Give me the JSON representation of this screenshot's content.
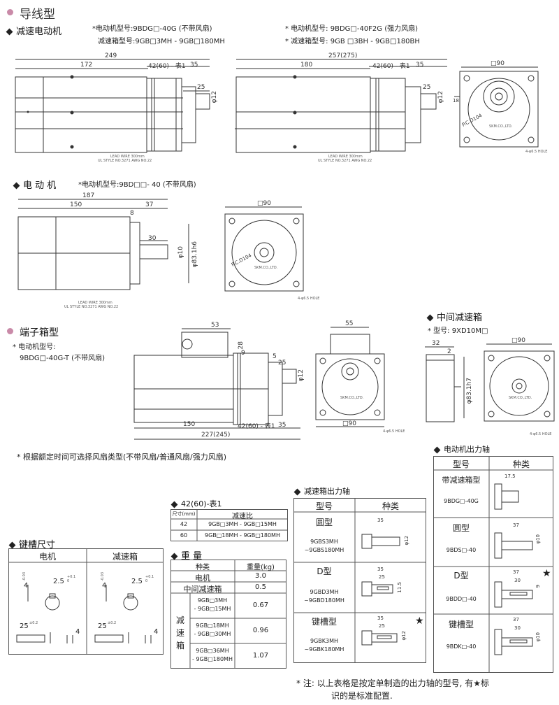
{
  "header": {
    "title": "导线型"
  },
  "sec_reducer": {
    "heading": "减速电动机",
    "m1_label": "*电动机型号:9BDG□-40G (不带风扇)",
    "m1_gear": "减速箱型号:9GB□3MH - 9GB□180MH",
    "m2_label": "* 电动机型号: 9BDG□-40F2G (强力风扇)",
    "m2_gear": "* 减速箱型号: 9GB □3BH - 9GB□180BH",
    "d1": {
      "total": "249",
      "body": "172",
      "flange": "42(60) - 表1",
      "shaft": "35",
      "key": "25",
      "dia": "φ12",
      "lead": "LEAD WIRE 300mm",
      "ul": "UL STYLE NO.3271 AWG NO.22"
    },
    "d2": {
      "total": "257(275)",
      "body": "180",
      "flange": "42(60) - 表1",
      "shaft": "35",
      "key": "25",
      "dia": "φ12",
      "lead": "LEAD WIRE 300mm",
      "ul": "UL STYLE NO.3271 AWG NO.22"
    },
    "front": {
      "sq": "□90",
      "pcd": "P.C.D104",
      "brand": "SKM.CO.,LTD.",
      "hole": "4-φ6.5 HOLE",
      "h": "18"
    }
  },
  "sec_motor": {
    "heading": "电 动 机",
    "model": "*电动机型号:9BD□□- 40 (不带风扇)",
    "d": {
      "total": "187",
      "body": "150",
      "f1": "8",
      "f2": "37",
      "key": "30",
      "dia": "φ10",
      "bore": "φ83.1h6",
      "lead": "LEAD WIRE 300mm",
      "ul": "UL STYLE NO.3271 AWG NO.22"
    },
    "front": {
      "sq": "□90",
      "pcd": "P.C.D104",
      "brand": "SKM.CO.,LTD.",
      "hole": "4-φ6.5 HOLE"
    }
  },
  "sec_terminal": {
    "heading": "端子箱型",
    "model1": "* 电动机型号:",
    "model2": "9BDG□-40G-T (不带风扇)",
    "d": {
      "box_w": "53",
      "box_h": "28",
      "d9": "9",
      "d5": "5",
      "key": "25",
      "dia": "φ12",
      "body": "150",
      "flange": "42(60) - 表1",
      "shaft": "35",
      "total": "227(245)"
    },
    "front": {
      "top": "55",
      "sq": "□90",
      "brand": "SKM.CO.,LTD.",
      "hole": "4-φ6.5 HOLE"
    }
  },
  "sec_mid": {
    "heading": "中间减速箱",
    "model": "* 型号: 9XD10M□",
    "d": {
      "w": "32",
      "x": "2",
      "bore": "φ83.1h7",
      "sq": "□90",
      "brand": "SKM.CO.,LTD.",
      "hole": "4-φ6.5 HOLE"
    }
  },
  "note_fan": "* 根据额定时间可选择风扇类型(不带风扇/普通风扇/强力风扇)",
  "ratio_table": {
    "heading": "42(60)-表1",
    "h1": "尺寸(mm)",
    "h2": "减速比",
    "rows": [
      {
        "size": "42",
        "ratio": "9GB□3MH - 9GB□15MH"
      },
      {
        "size": "60",
        "ratio": "9GB□18MH - 9GB□180MH"
      }
    ]
  },
  "weight_table": {
    "heading": "重 量",
    "h1": "种类",
    "h2": "重量(kg)",
    "motor": "电机",
    "motor_w": "3.0",
    "mid": "中间减速箱",
    "mid_w": "0.5",
    "group": "减速箱",
    "rows": [
      {
        "l1": "9GB□3MH",
        "l2": "- 9GB□15MH",
        "w": "0.67"
      },
      {
        "l1": "9GB□18MH",
        "l2": "- 9GB□30MH",
        "w": "0.96"
      },
      {
        "l1": "9GB□36MH",
        "l2": "- 9GB□180MH",
        "w": "1.07"
      }
    ]
  },
  "keyway": {
    "heading": "键槽尺寸",
    "c1": "电机",
    "c2": "减速箱",
    "k1": {
      "w": "2.5",
      "tol": "+0.1 0",
      "h": "4",
      "htol": "-0.03",
      "len": "25",
      "ltol": "±0.2",
      "d": "4"
    },
    "k2": {
      "w": "2.5",
      "tol": "+0.1 0",
      "h": "4",
      "htol": "-0.03",
      "len": "25",
      "ltol": "±0.2",
      "d": "4"
    }
  },
  "gear_shaft": {
    "heading": "减速箱出力轴",
    "h1": "型号",
    "h2": "种类",
    "rows": [
      {
        "type": "圆型",
        "m1": "9GBS3MH",
        "m2": "~9GBS180MH",
        "d1": "35",
        "dia": "φ12",
        "star": ""
      },
      {
        "type": "D型",
        "m1": "9GBD3MH",
        "m2": "~9GBD180MH",
        "d1": "35",
        "d2": "25",
        "dia": "11.5",
        "star": ""
      },
      {
        "type": "键槽型",
        "m1": "9GBK3MH",
        "m2": "~9GBK180MH",
        "d1": "35",
        "d2": "25",
        "dia": "φ12",
        "star": "★"
      }
    ]
  },
  "motor_shaft": {
    "heading": "电动机出力轴",
    "h1": "型号",
    "h2": "种类",
    "rows": [
      {
        "type": "带减速箱型",
        "model": "9BDG□-40G",
        "d1": "17.5",
        "star": ""
      },
      {
        "type": "圆型",
        "model": "9BDS□-40",
        "d1": "37",
        "dia": "φ10",
        "star": ""
      },
      {
        "type": "D型",
        "model": "9BDD□-40",
        "d1": "37",
        "d2": "30",
        "dia": "9",
        "star": "★"
      },
      {
        "type": "键槽型",
        "model": "9BDK□-40",
        "d1": "37",
        "d2": "30",
        "dia": "φ10",
        "star": ""
      }
    ]
  },
  "footer": {
    "l1": "* 注: 以上表格是按定单制造的出力轴的型号, 有★标",
    "l2": "识的是标准配置."
  }
}
